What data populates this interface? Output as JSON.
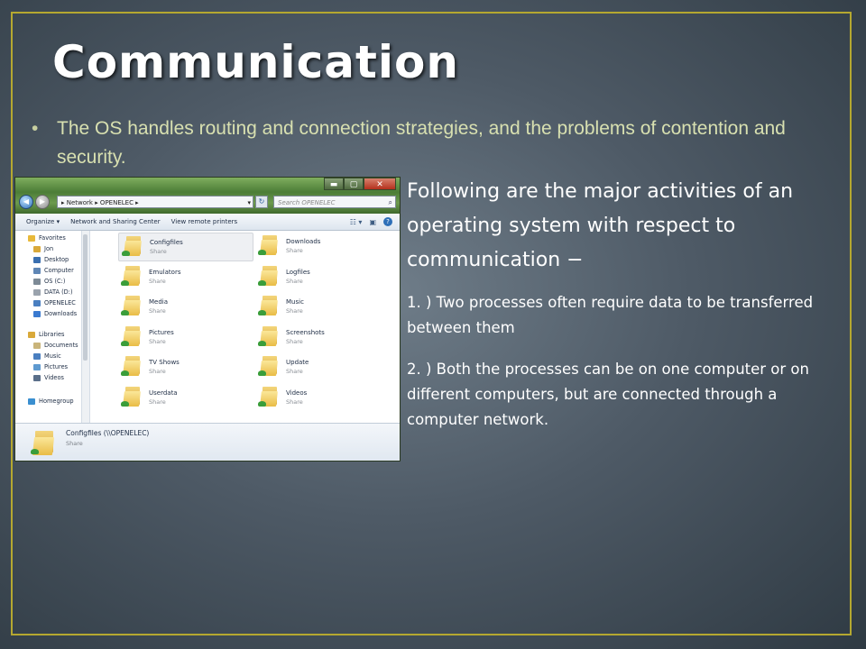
{
  "slide": {
    "title": "Communication",
    "bullet": "The OS handles routing and connection strategies, and the problems of contention and security.",
    "lead": "Following are the major activities of an operating system with respect to communication −",
    "items": [
      "1. ) Two processes often require data to be transferred between them",
      "2. ) Both the processes can be on one computer or on different computers, but are connected through a computer network."
    ]
  },
  "explorer": {
    "address": "▸ Network ▸ OPENELEC ▸",
    "search_placeholder": "Search OPENELEC",
    "toolbar": [
      "Organize ▾",
      "Network and Sharing Center",
      "View remote printers"
    ],
    "nav": [
      {
        "label": "Favorites",
        "icon": "star-icon",
        "color": "#e8b93a",
        "indent": 0
      },
      {
        "label": "Jon",
        "icon": "user-folder-icon",
        "color": "#d9a93a",
        "indent": 1
      },
      {
        "label": "Desktop",
        "icon": "desktop-icon",
        "color": "#3a6fb0",
        "indent": 1
      },
      {
        "label": "Computer",
        "icon": "computer-icon",
        "color": "#5f86b5",
        "indent": 1
      },
      {
        "label": "OS (C:)",
        "icon": "drive-icon",
        "color": "#7d8a96",
        "indent": 1
      },
      {
        "label": "DATA (D:)",
        "icon": "drive-icon",
        "color": "#9aa3ad",
        "indent": 1
      },
      {
        "label": "OPENELEC",
        "icon": "network-icon",
        "color": "#4a7fc0",
        "indent": 1
      },
      {
        "label": "Downloads",
        "icon": "downloads-icon",
        "color": "#3a7ad0",
        "indent": 1
      },
      {
        "label": "Libraries",
        "icon": "library-icon",
        "color": "#d9a93a",
        "indent": 0
      },
      {
        "label": "Documents",
        "icon": "documents-icon",
        "color": "#c9b47a",
        "indent": 1
      },
      {
        "label": "Music",
        "icon": "music-icon",
        "color": "#4a7fc0",
        "indent": 1
      },
      {
        "label": "Pictures",
        "icon": "pictures-icon",
        "color": "#5f9ad0",
        "indent": 1
      },
      {
        "label": "Videos",
        "icon": "videos-icon",
        "color": "#5a6f8a",
        "indent": 1
      },
      {
        "label": "Homegroup",
        "icon": "homegroup-icon",
        "color": "#3a8fd0",
        "indent": 0
      }
    ],
    "folders": [
      {
        "name": "Configfiles",
        "sub": "Share",
        "selected": true
      },
      {
        "name": "Downloads",
        "sub": "Share"
      },
      {
        "name": "Emulators",
        "sub": "Share"
      },
      {
        "name": "Logfiles",
        "sub": "Share"
      },
      {
        "name": "Media",
        "sub": "Share"
      },
      {
        "name": "Music",
        "sub": "Share"
      },
      {
        "name": "Pictures",
        "sub": "Share"
      },
      {
        "name": "Screenshots",
        "sub": "Share"
      },
      {
        "name": "TV Shows",
        "sub": "Share"
      },
      {
        "name": "Update",
        "sub": "Share"
      },
      {
        "name": "Userdata",
        "sub": "Share"
      },
      {
        "name": "Videos",
        "sub": "Share"
      }
    ],
    "details": {
      "name": "Configfiles (\\\\OPENELEC)",
      "sub": "Share"
    }
  }
}
